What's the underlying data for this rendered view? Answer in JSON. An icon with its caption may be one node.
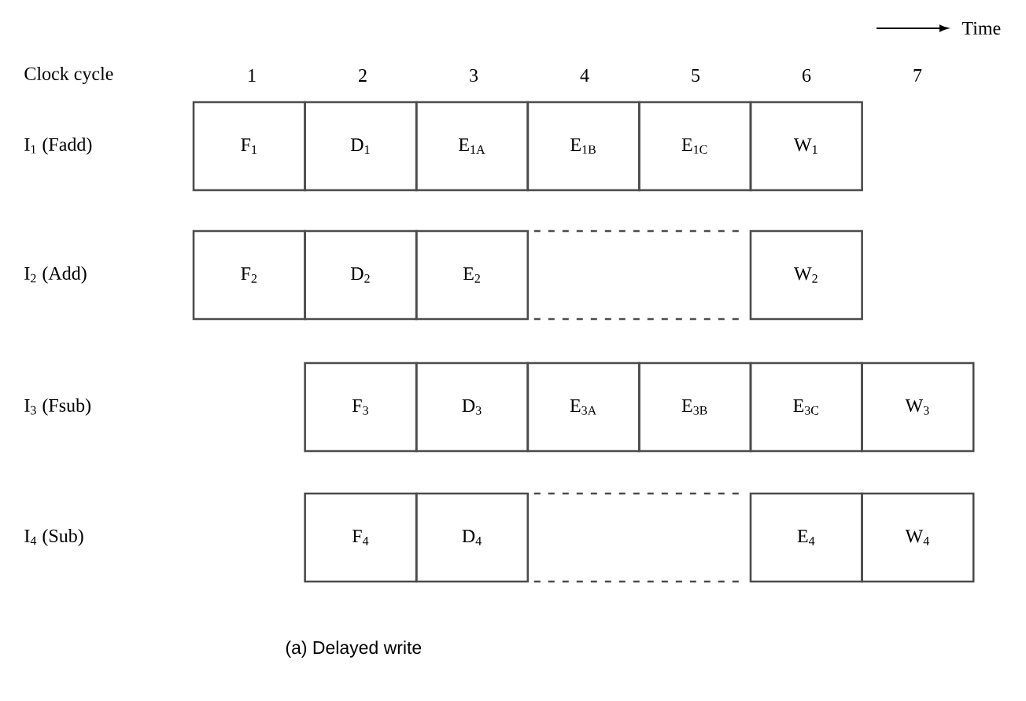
{
  "diagram": {
    "caption": "(a) Delayed write",
    "nodes": [
      {
        "text": [
          "F$_{1}$"
        ]
      },
      {
        "text": [
          "D$_{1}$"
        ]
      },
      {
        "text": [
          "E$_{1A}$"
        ]
      },
      {
        "text": [
          "E$_{1B}$"
        ]
      },
      {
        "text": [
          "E$_{1C}$"
        ]
      },
      {
        "text": [
          "W$_{1}$"
        ]
      },
      {
        "text": [
          "F$_{2}$"
        ]
      },
      {
        "text": [
          "D$_{2}$"
        ]
      },
      {
        "text": [
          "E$_{2}$"
        ]
      },
      {
        "text": [],
        "shape": "box"
      },
      {
        "text": [
          "W$_{2}$"
        ]
      },
      {
        "text": [
          "F$_{3}$"
        ]
      },
      {
        "text": [
          "D$_{3}$"
        ]
      },
      {
        "text": [
          "E$_{3A}$"
        ]
      },
      {
        "text": [
          "E$_{3B}$"
        ]
      },
      {
        "text": [
          "E$_{3C}$"
        ]
      },
      {
        "text": [
          "W$_{3}$"
        ]
      },
      {
        "text": [
          "F$_{4}$"
        ]
      },
      {
        "text": [
          "D$_{4}$"
        ]
      },
      {
        "text": [],
        "shape": "box"
      },
      {
        "text": [
          "E$_{4}$"
        ]
      },
      {
        "text": [
          "W$_{4}$"
        ]
      }
    ],
    "labels": [
      "Time",
      "Clock cycle",
      "1",
      "2",
      "3",
      "4",
      "5",
      "6",
      "7",
      "I$_{1}$ (Fadd)",
      "I$_{2}$ (Add)",
      "I$_{3}$ (Fsub)",
      "I$_{4}$ (Sub)"
    ]
  }
}
